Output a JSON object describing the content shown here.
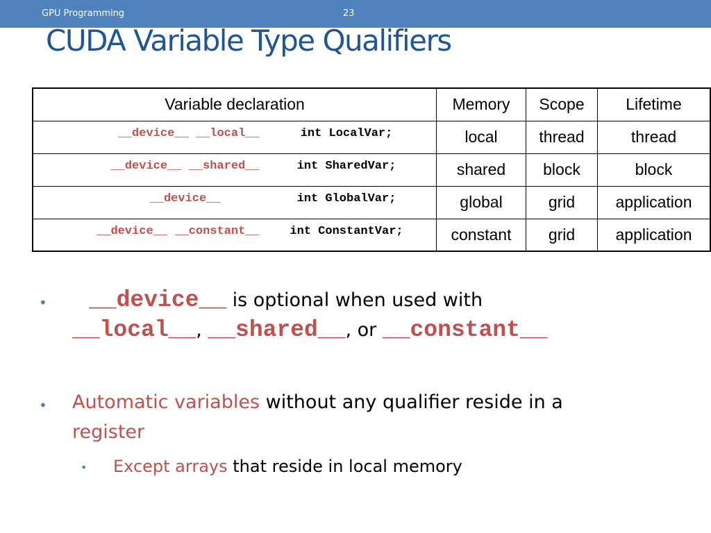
{
  "header": {
    "course": "GPU Programming",
    "page_number": "23"
  },
  "title": "CUDA Variable Type Qualifiers",
  "table": {
    "columns": [
      "Variable declaration",
      "Memory",
      "Scope",
      "Lifetime"
    ],
    "rows": [
      {
        "qualifier": "__device__ __local__",
        "type_decl": "int LocalVar;",
        "memory": "local",
        "scope": "thread",
        "lifetime": "thread"
      },
      {
        "qualifier": "__device__ __shared__",
        "type_decl": "int SharedVar;",
        "memory": "shared",
        "scope": "block",
        "lifetime": "block"
      },
      {
        "qualifier": "__device__",
        "type_decl": "int GlobalVar;",
        "memory": "global",
        "scope": "grid",
        "lifetime": "application"
      },
      {
        "qualifier": "__device__ __constant__",
        "type_decl": "int ConstantVar;",
        "memory": "constant",
        "scope": "grid",
        "lifetime": "application"
      }
    ]
  },
  "bullets": {
    "b1": {
      "code_device": "__device__",
      "text_optional": "is optional when used with",
      "code_local": "__local__",
      "comma": ",",
      "code_shared": "__shared__",
      "text_or": ", or",
      "code_constant": "__constant__"
    },
    "b2": {
      "red_1": "Automatic variables",
      "text_1": "without any qualifier reside in a",
      "red_2": "register"
    },
    "b3": {
      "red": "Except arrays",
      "text": "that reside in local memory"
    }
  },
  "colors": {
    "header_bar": "#4f81bd",
    "title": "#1f5496",
    "accent_red": "#c0504d",
    "bullet": "#4f81bd"
  }
}
